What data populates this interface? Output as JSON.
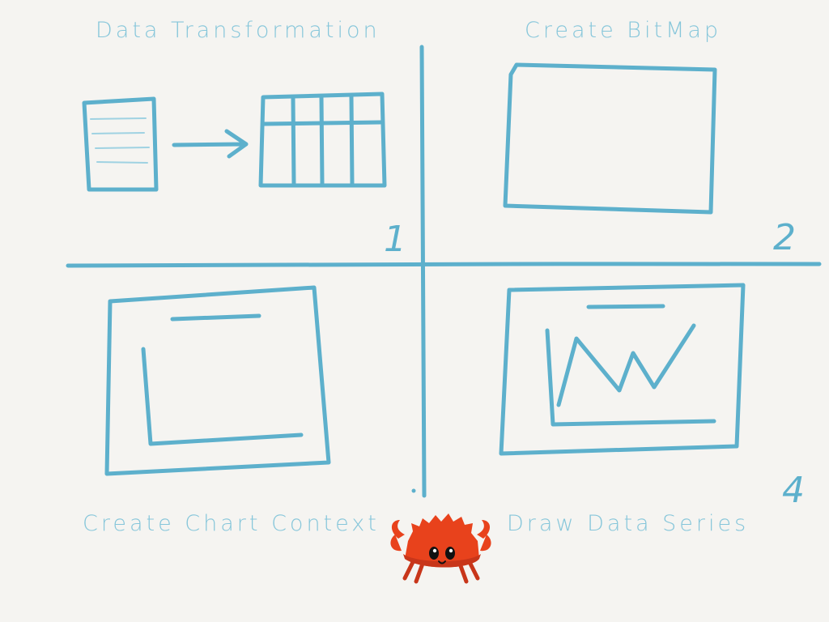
{
  "quadrants": {
    "q1": {
      "title": "Data Transformation",
      "number": "1"
    },
    "q2": {
      "title": "Create BitMap",
      "number": "2"
    },
    "q3": {
      "title": "Create Chart Context",
      "number": ""
    },
    "q4": {
      "title": "Draw Data Series",
      "number": "4"
    }
  },
  "colors": {
    "stroke": "#5db0cc",
    "text": "#86c6da",
    "background": "#f5f4f1",
    "crab": "#e8421c"
  },
  "icons": {
    "mascot": "crab-mascot-icon"
  }
}
